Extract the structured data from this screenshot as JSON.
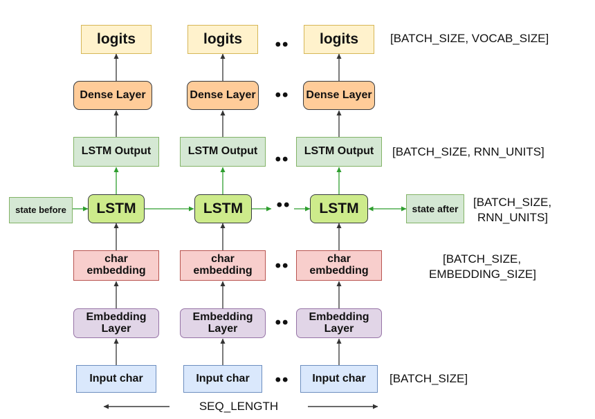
{
  "columns": [
    {
      "logits": "logits",
      "dense": "Dense Layer",
      "lstm_output": "LSTM Output",
      "lstm": "LSTM",
      "char_embedding": [
        "char",
        "embedding"
      ],
      "embedding_layer": [
        "Embedding",
        "Layer"
      ],
      "input_char": "Input char"
    },
    {
      "logits": "logits",
      "dense": "Dense Layer",
      "lstm_output": "LSTM Output",
      "lstm": "LSTM",
      "char_embedding": [
        "char",
        "embedding"
      ],
      "embedding_layer": [
        "Embedding",
        "Layer"
      ],
      "input_char": "Input char"
    },
    {
      "logits": "logits",
      "dense": "Dense Layer",
      "lstm_output": "LSTM Output",
      "lstm": "LSTM",
      "char_embedding": [
        "char",
        "embedding"
      ],
      "embedding_layer": [
        "Embedding",
        "Layer"
      ],
      "input_char": "Input char"
    }
  ],
  "state_before": "state before",
  "state_after": "state after",
  "ellipsis": "••",
  "dims": {
    "logits": "[BATCH_SIZE, VOCAB_SIZE]",
    "lstm_output": "[BATCH_SIZE, RNN_UNITS]",
    "lstm_state": [
      "[BATCH_SIZE,",
      "RNN_UNITS]"
    ],
    "char_embedding": [
      "[BATCH_SIZE,",
      "EMBEDDING_SIZE]"
    ],
    "input": "[BATCH_SIZE]"
  },
  "seq_length": "SEQ_LENGTH",
  "colors": {
    "logits_fill": "#fff2cc",
    "dense_fill": "#ffcc99",
    "lstm_output_fill": "#d5e8d4",
    "lstm_fill": "#cdeb8b",
    "char_embedding_fill": "#f8cecc",
    "embedding_layer_fill": "#e1d5e7",
    "input_char_fill": "#dae8fc",
    "green_arrow": "#2e9e2e",
    "dark_arrow": "#333333"
  }
}
